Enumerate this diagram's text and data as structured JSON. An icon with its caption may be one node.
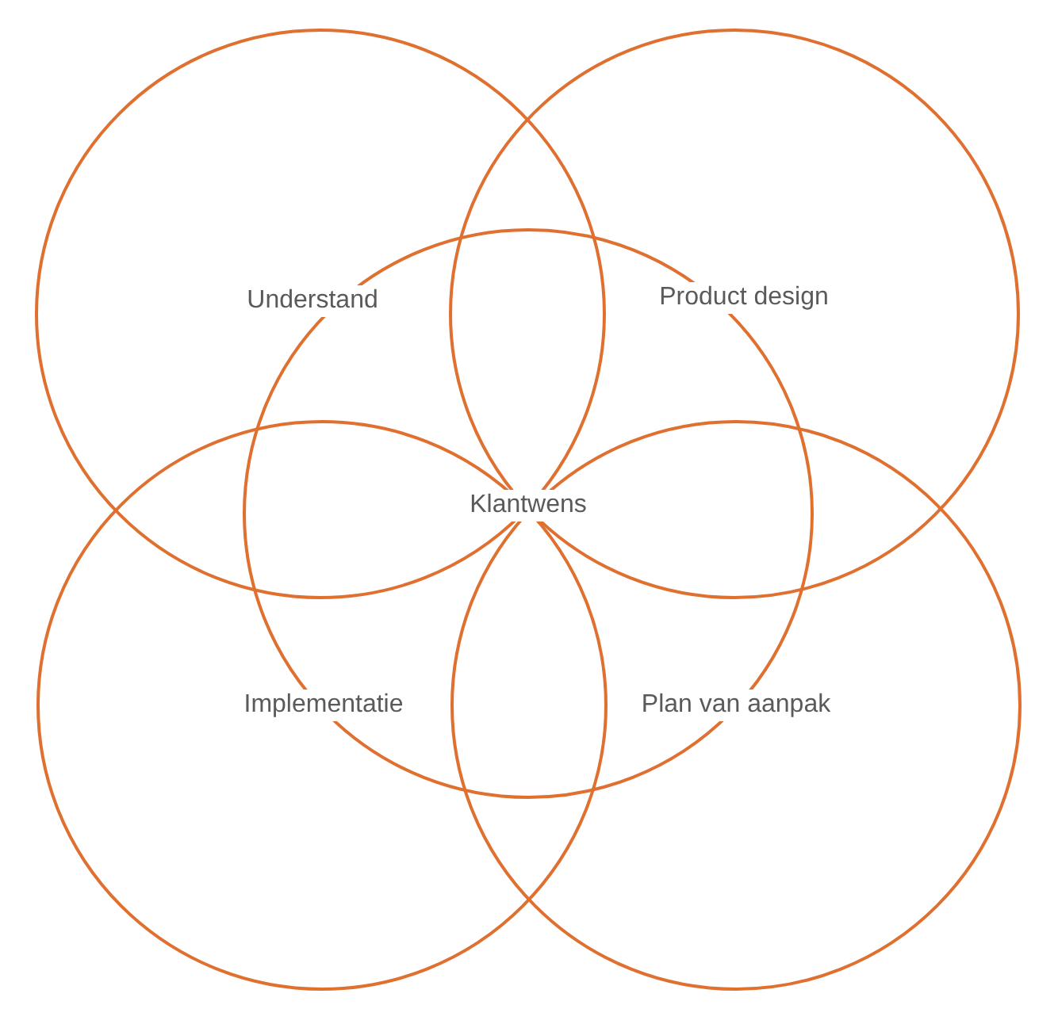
{
  "diagram": {
    "nodes": [
      {
        "text": [
          "Understand"
        ]
      },
      {
        "text": [
          "Product design"
        ]
      },
      {
        "text": [
          "Klantwens"
        ]
      },
      {
        "text": [
          "Implementatie"
        ]
      },
      {
        "text": [
          "Plan van aanpak"
        ]
      }
    ]
  }
}
